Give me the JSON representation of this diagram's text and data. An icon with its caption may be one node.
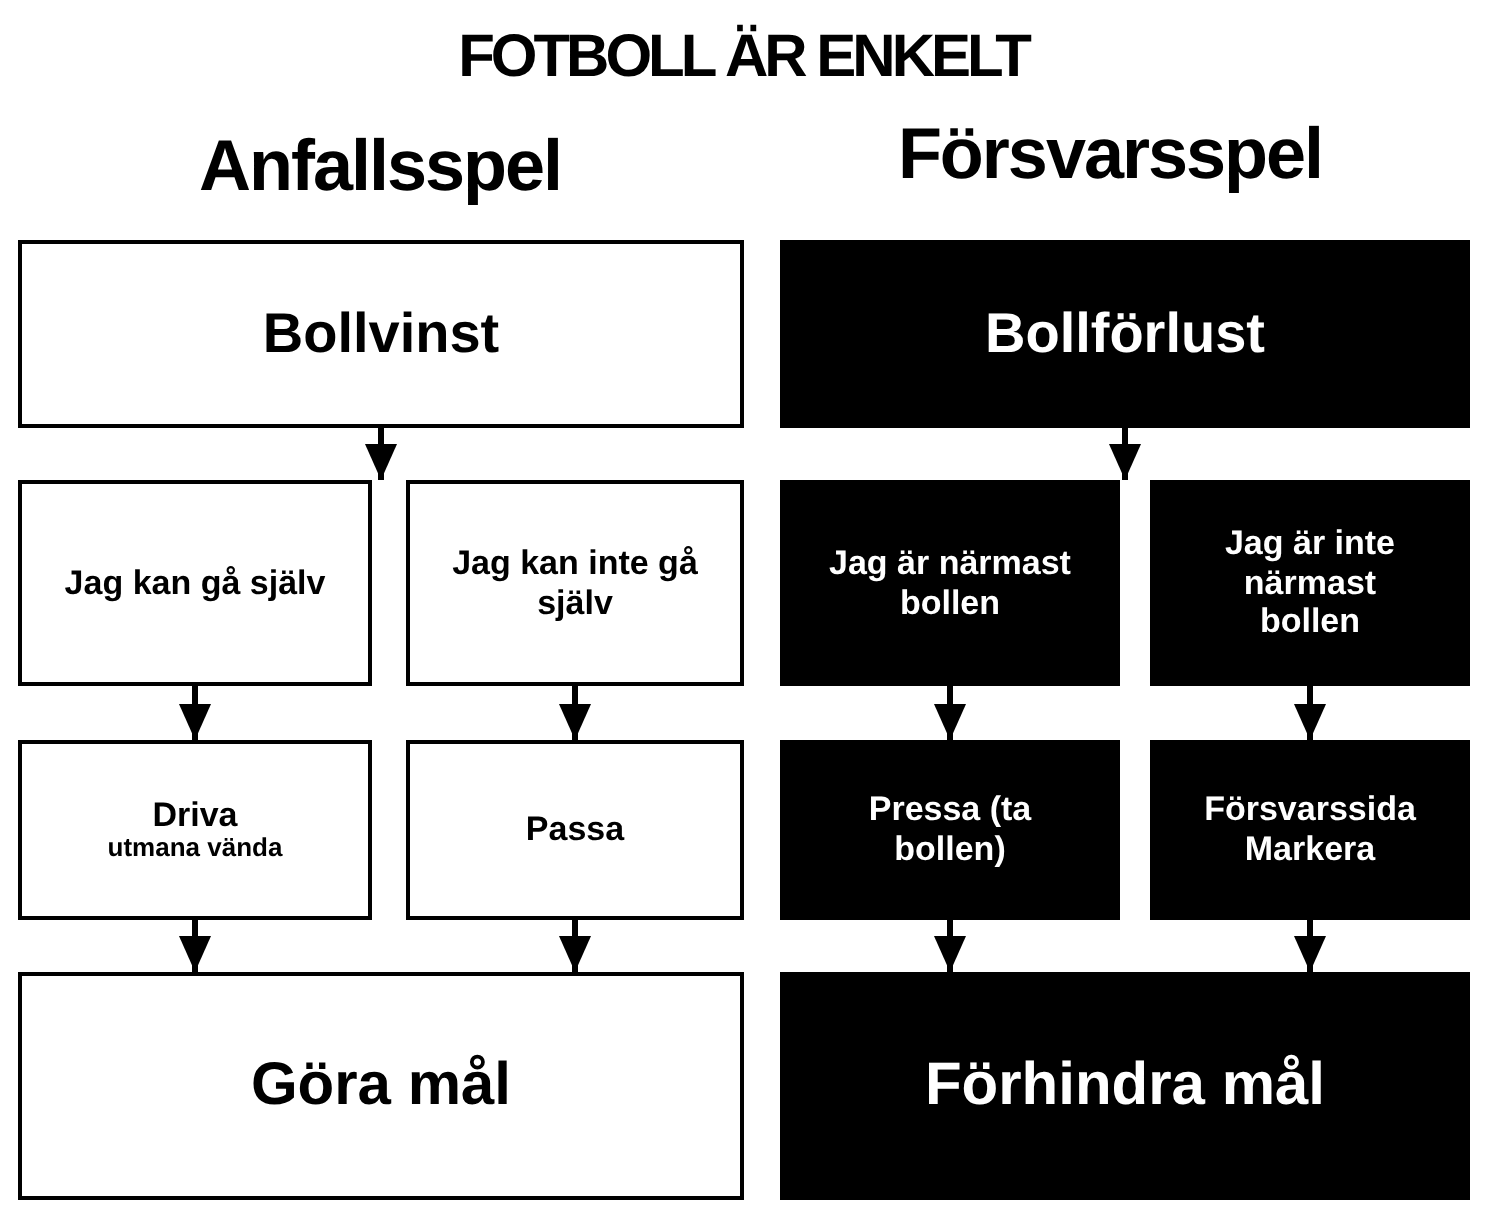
{
  "diagram": {
    "title": "FOTBOLL ÄR ENKELT",
    "nodes": [
      {
        "text": [
          "Bollvinst"
        ]
      },
      {
        "text": [
          "Bollförlust"
        ]
      },
      {
        "text": [
          "Jag kan gå själv"
        ]
      },
      {
        "text": [
          "Jag kan inte gå själv"
        ]
      },
      {
        "text": [
          "Jag är närmast bollen"
        ]
      },
      {
        "text": [
          "Jag är inte närmast bollen"
        ]
      },
      {
        "text": [
          "Driva",
          "utmana vända"
        ]
      },
      {
        "text": [
          "Passa"
        ]
      },
      {
        "text": [
          "Pressa (ta bollen)"
        ]
      },
      {
        "text": [
          "Försvarssida Markera"
        ]
      },
      {
        "text": [
          "Göra mål"
        ]
      },
      {
        "text": [
          "Förhindra mål"
        ]
      }
    ],
    "edges": [
      {
        "from": 0,
        "to": 2,
        "arrow": "to"
      },
      {
        "from": 0,
        "to": 3,
        "arrow": "to"
      },
      {
        "from": 1,
        "to": 4,
        "arrow": "to"
      },
      {
        "from": 1,
        "to": 5,
        "arrow": "to"
      },
      {
        "from": 2,
        "to": 6,
        "arrow": "to"
      },
      {
        "from": 3,
        "to": 7,
        "arrow": "to"
      },
      {
        "from": 4,
        "to": 8,
        "arrow": "to"
      },
      {
        "from": 5,
        "to": 9,
        "arrow": "to"
      },
      {
        "from": 6,
        "to": 10,
        "arrow": "to"
      },
      {
        "from": 7,
        "to": 10,
        "arrow": "to"
      },
      {
        "from": 8,
        "to": 11,
        "arrow": "to"
      },
      {
        "from": 9,
        "to": 11,
        "arrow": "to"
      }
    ],
    "labels": [
      "Anfallsspel",
      "Försvarsspel"
    ]
  }
}
